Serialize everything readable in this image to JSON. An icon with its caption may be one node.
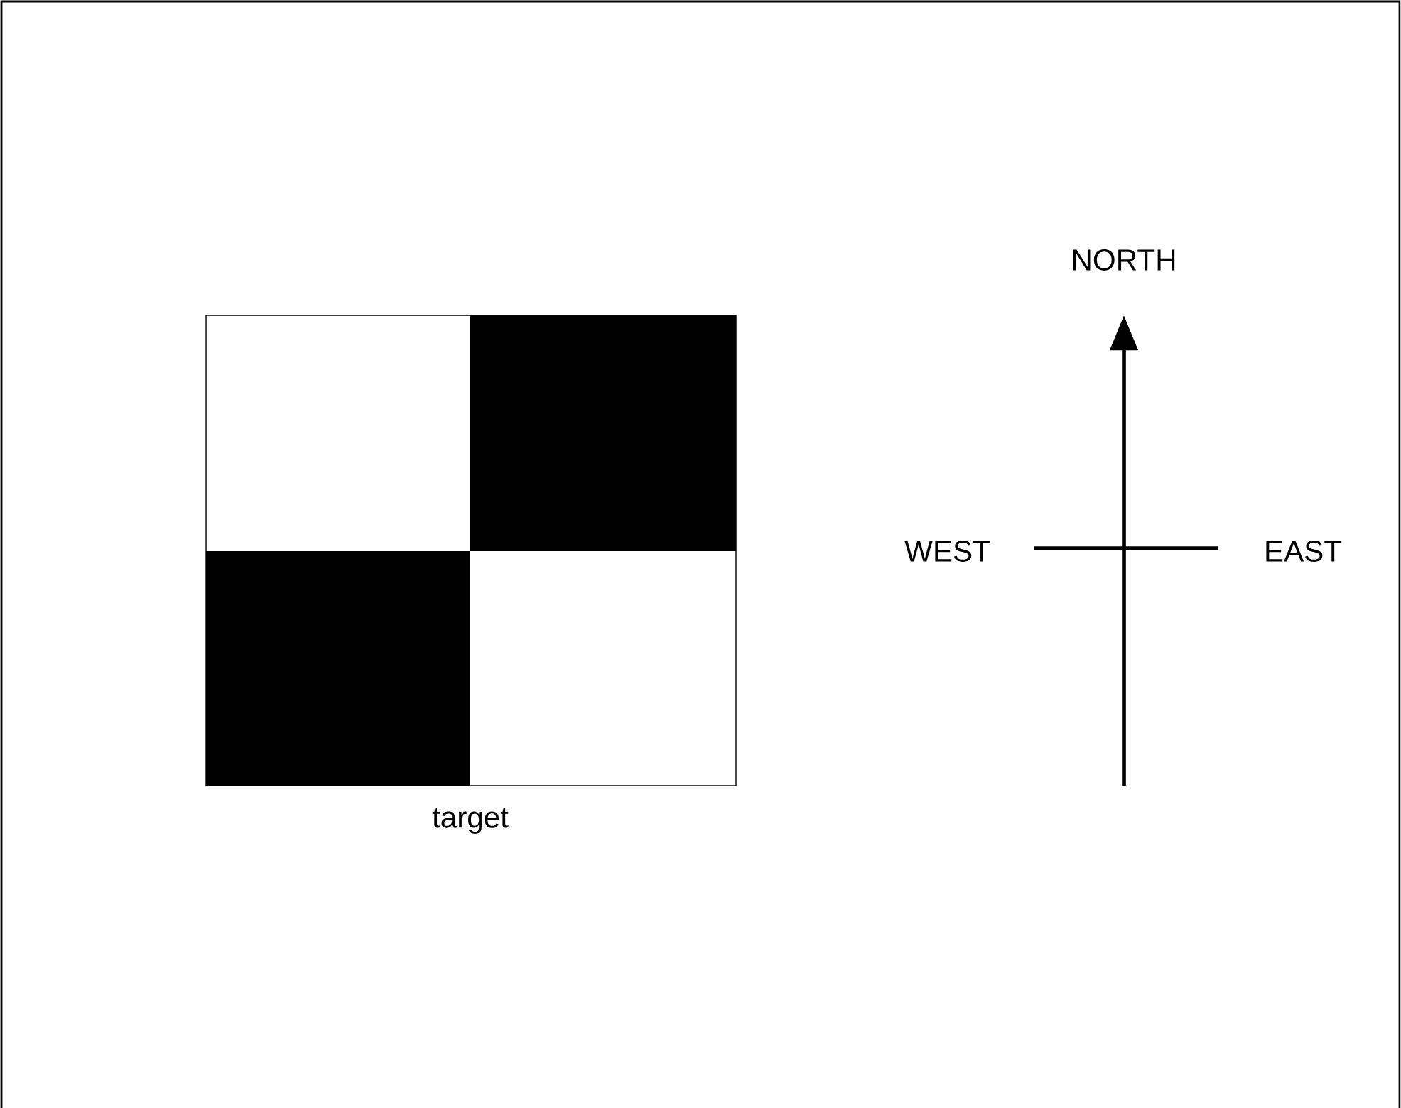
{
  "diagram": {
    "labels": [
      "target",
      "NORTH",
      "WEST",
      "EAST"
    ]
  }
}
